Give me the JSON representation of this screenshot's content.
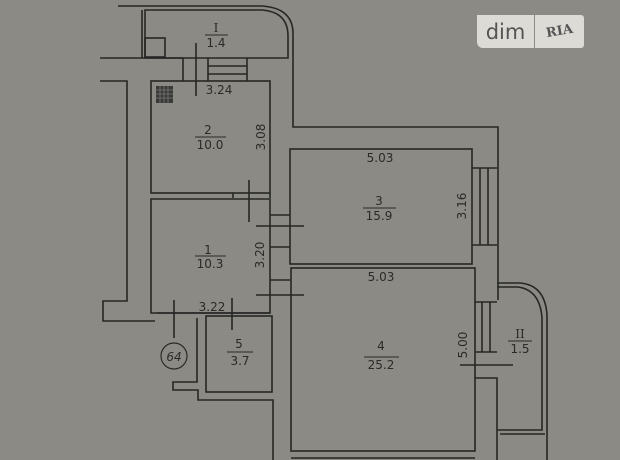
{
  "logo": {
    "left": "dim",
    "right": "RIA"
  },
  "rooms": [
    {
      "number": "I",
      "area": "1.4"
    },
    {
      "number": "2",
      "area": "10.0"
    },
    {
      "number": "3",
      "area": "15.9"
    },
    {
      "number": "1",
      "area": "10.3"
    },
    {
      "number": "4",
      "area": "25.2"
    },
    {
      "number": "5",
      "area": "3.7"
    },
    {
      "number": "II",
      "area": "1.5"
    }
  ],
  "dimensions": [
    "3.24",
    "3.08",
    "5.03",
    "3.16",
    "3.20",
    "5.03",
    "3.22",
    "5.00"
  ],
  "apartment_number": "64"
}
